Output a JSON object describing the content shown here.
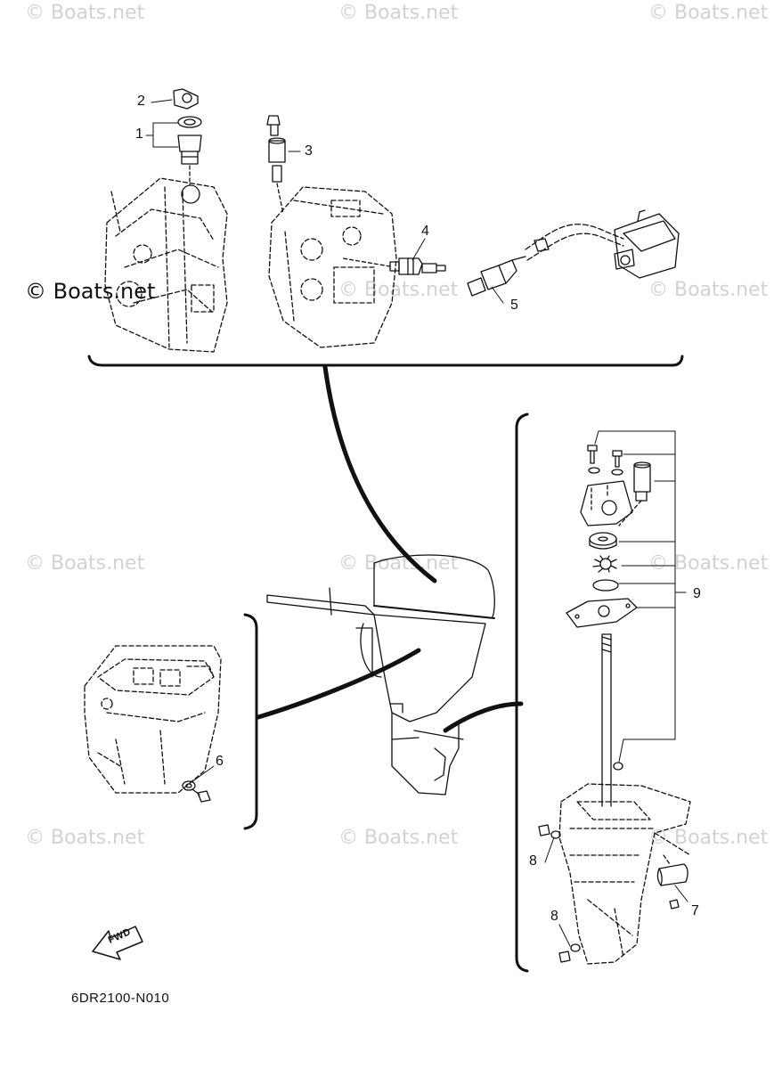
{
  "watermark": {
    "text": "© Boats.net",
    "color": "#d2d2d2",
    "strong_color": "#111111"
  },
  "diagram_code": "6DR2100-N010",
  "fwd_label": "FWD",
  "callouts": [
    "1",
    "2",
    "3",
    "4",
    "5",
    "6",
    "7",
    "8",
    "8",
    "9"
  ]
}
